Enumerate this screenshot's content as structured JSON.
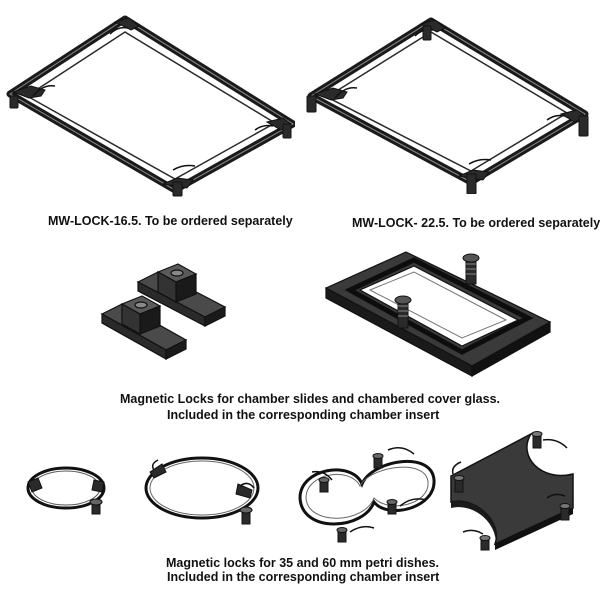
{
  "captions": {
    "mw_lock_16_5": "MW-LOCK-16.5. To be ordered separately",
    "mw_lock_22_5": "MW-LOCK- 22.5. To be ordered separately",
    "magnetic_locks_slides_line1": "Magnetic Locks for chamber slides and chambered cover glass.",
    "magnetic_locks_slides_line2": "Included in the corresponding chamber insert",
    "petri_dishes_line1": "Magnetic locks for 35 and 60 mm petri dishes.",
    "petri_dishes_line2": "Included in the corresponding chamber insert"
  },
  "colors": {
    "part_fill": "#3a3a3a",
    "part_dark": "#1a1a1a",
    "part_highlight": "#8a8a8a",
    "background": "#ffffff"
  }
}
